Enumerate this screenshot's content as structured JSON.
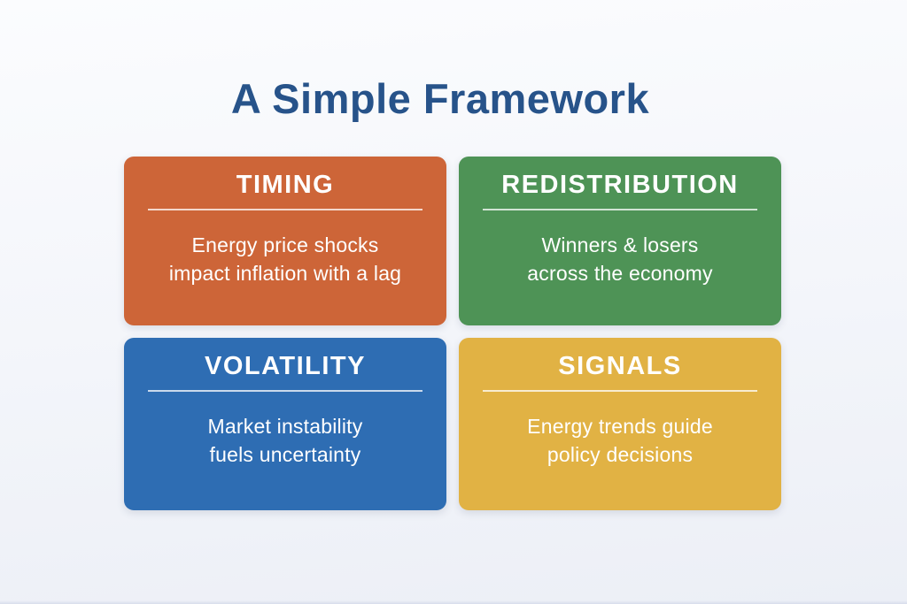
{
  "page": {
    "title": "A Simple Framework"
  },
  "colors": {
    "background_top": "#fbfcfe",
    "background_bottom": "#eceff6",
    "title_text": "#27538a",
    "card_text": "#ffffff",
    "divider": "rgba(255,255,255,0.75)"
  },
  "cards": [
    {
      "id": "timing",
      "label": "TIMING",
      "body": "Energy price shocks\nimpact inflation with a lag",
      "color": "#cd6538"
    },
    {
      "id": "redistribution",
      "label": "REDISTRIBUTION",
      "body": "Winners & losers\nacross the economy",
      "color": "#4e9356"
    },
    {
      "id": "volatility",
      "label": "VOLATILITY",
      "body": "Market instability\nfuels uncertainty",
      "color": "#2e6db3"
    },
    {
      "id": "signals",
      "label": "SIGNALS",
      "body": "Energy trends guide\npolicy decisions",
      "color": "#e1b244"
    }
  ]
}
